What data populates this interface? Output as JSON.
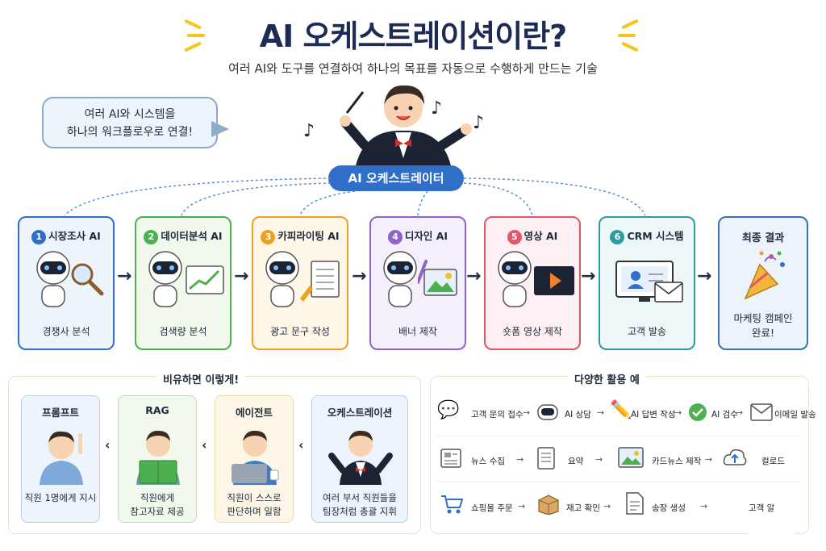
{
  "header": {
    "title": "AI 오케스트레이션이란?",
    "subtitle": "여러 AI와 도구를 연결하여 하나의 목표를 자동으로 수행하게 만드는 기술"
  },
  "bubble": {
    "line1": "여러 AI와 시스템을",
    "line2": "하나의 워크플로우로 연결!"
  },
  "orchestrator_label": "AI 오케스트레이터",
  "steps": [
    {
      "num": "1",
      "title": "시장조사 AI",
      "caption": "경쟁사 분석",
      "color": "#2f6fc9"
    },
    {
      "num": "2",
      "title": "데이터분석 AI",
      "caption": "검색량 분석",
      "color": "#4caf50"
    },
    {
      "num": "3",
      "title": "카피라이팅 AI",
      "caption": "광고 문구 작성",
      "color": "#f0a020"
    },
    {
      "num": "4",
      "title": "디자인 AI",
      "caption": "배너 제작",
      "color": "#8e63c9"
    },
    {
      "num": "5",
      "title": "영상 AI",
      "caption": "숏폼 영상 제작",
      "color": "#e0566a"
    },
    {
      "num": "6",
      "title": "CRM 시스템",
      "caption": "고객 발송",
      "color": "#2f9aa0"
    }
  ],
  "final": {
    "title": "최종 결과",
    "line1": "마케팅 캠페인",
    "line2": "완료!"
  },
  "analogy": {
    "title": "비유하면 이렇게!",
    "cards": [
      {
        "title": "프롬프트",
        "line1": "직원 1명에게 지시",
        "line2": ""
      },
      {
        "title": "RAG",
        "line1": "직원에게",
        "line2": "참고자료 제공"
      },
      {
        "title": "에이전트",
        "line1": "직원이 스스로",
        "line2": "판단하며 일함"
      },
      {
        "title": "오케스트레이션",
        "line1": "여러 부서 직원들을",
        "line2": "팀장처럼 총괄 지휘"
      }
    ]
  },
  "examples": {
    "title": "다양한 활용 예",
    "rows": [
      [
        "고객 문의 접수",
        "AI 상담",
        "AI 답변 작성",
        "AI 검수",
        "이메일 발송"
      ],
      [
        "뉴스 수집",
        "요약",
        "카드뉴스 제작",
        "컬로드"
      ],
      [
        "쇼핑몰 주문",
        "재고 확인",
        "송장 생성",
        "고객 알"
      ]
    ]
  },
  "arrow_glyph": "→"
}
